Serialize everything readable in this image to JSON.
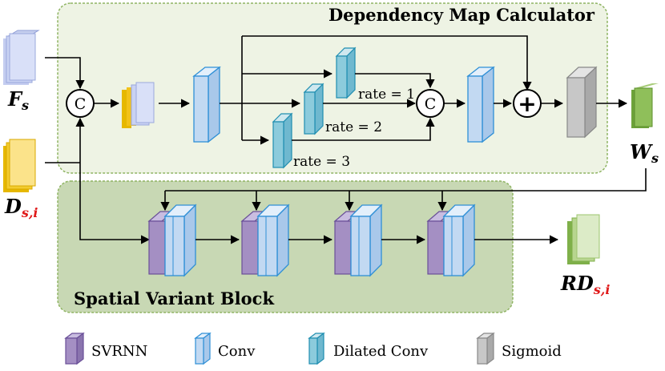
{
  "dependency_block": {
    "title": "Dependency Map Calculator"
  },
  "spatial_block": {
    "title": "Spatial Variant Block"
  },
  "inputs": {
    "features": {
      "base": "F",
      "sub": "s"
    },
    "dependency": {
      "base": "D",
      "sub": "s,i"
    }
  },
  "outputs": {
    "weights": {
      "base": "W",
      "sub": "s"
    },
    "result": {
      "base": "RD",
      "sub": "s,i"
    }
  },
  "operators": {
    "concat": "C",
    "add": "+"
  },
  "rates": [
    "rate = 1",
    "rate = 2",
    "rate = 3"
  ],
  "legend": [
    {
      "label": "SVRNN",
      "color": "#a48fc3"
    },
    {
      "label": "Conv",
      "color": "#c2d9f2"
    },
    {
      "label": "Dilated Conv",
      "color": "#8ccbdc"
    },
    {
      "label": "Sigmoid",
      "color": "#c7c7c7"
    }
  ],
  "colors": {
    "dependency_bg": "#eef3e4",
    "spatial_bg": "#c8d8b4",
    "block_border": "#8fb463"
  }
}
